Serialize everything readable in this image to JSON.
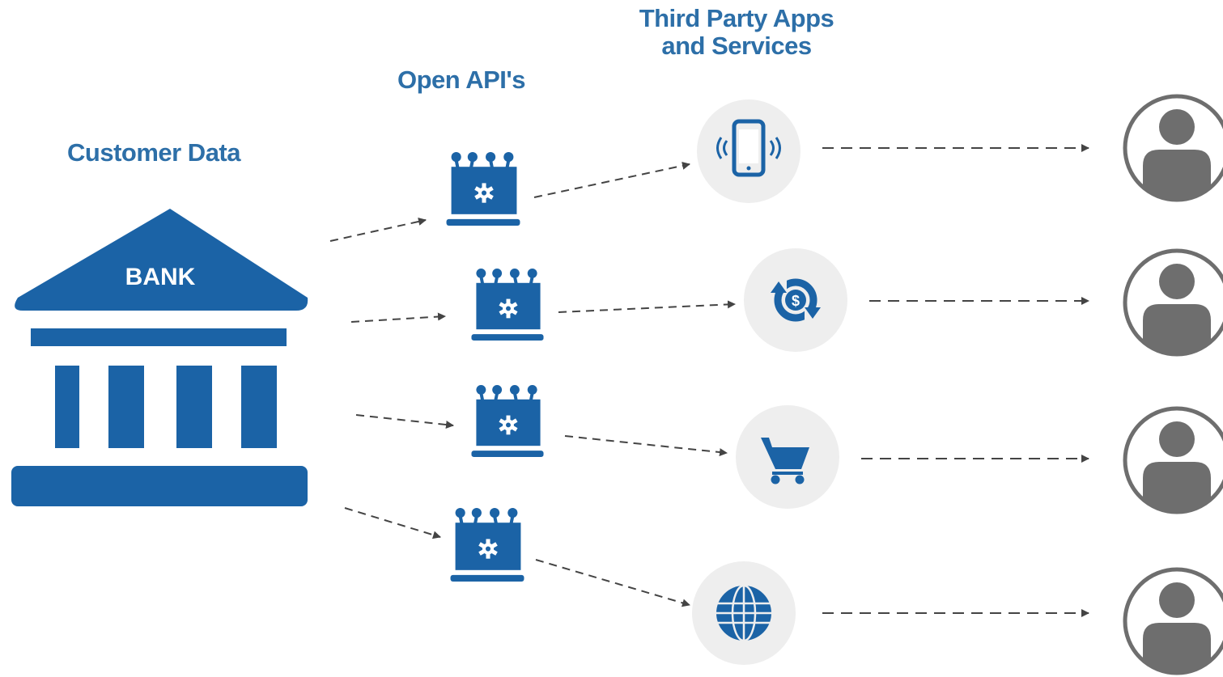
{
  "headings": {
    "customer_data": "Customer Data",
    "open_apis": "Open API's",
    "third_party": [
      "Third Party Apps",
      "and Services"
    ]
  },
  "bank": {
    "label": "BANK"
  },
  "colors": {
    "primary": "#1b63a6",
    "heading": "#2d6fa8",
    "circle_bg": "#eeeeee",
    "arrow": "#444444",
    "user": "#6e6e6e"
  },
  "apis": [
    {
      "icon": "api-gear-icon"
    },
    {
      "icon": "api-gear-icon"
    },
    {
      "icon": "api-gear-icon"
    },
    {
      "icon": "api-gear-icon"
    }
  ],
  "services": [
    {
      "icon": "mobile-phone-icon"
    },
    {
      "icon": "currency-exchange-icon"
    },
    {
      "icon": "shopping-cart-icon"
    },
    {
      "icon": "globe-icon"
    }
  ],
  "users": [
    {
      "icon": "user-avatar-icon"
    },
    {
      "icon": "user-avatar-icon"
    },
    {
      "icon": "user-avatar-icon"
    },
    {
      "icon": "user-avatar-icon"
    }
  ]
}
